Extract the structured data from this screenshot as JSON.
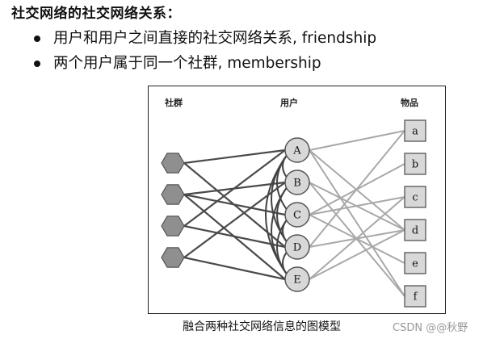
{
  "heading": "社交网络的社交网络关系：",
  "bullets": [
    "用户和用户之间直接的社交网络关系, friendship",
    "两个用户属于同一个社群, membership"
  ],
  "diagram": {
    "column_labels": {
      "community": "社群",
      "user": "用户",
      "item": "物品"
    },
    "users": [
      "A",
      "B",
      "C",
      "D",
      "E"
    ],
    "items": [
      "a",
      "b",
      "c",
      "d",
      "e",
      "f"
    ],
    "communities_count": 4,
    "membership_edges": [
      [
        0,
        0
      ],
      [
        0,
        3
      ],
      [
        1,
        1
      ],
      [
        1,
        2
      ],
      [
        1,
        4
      ],
      [
        2,
        0
      ],
      [
        2,
        3
      ],
      [
        3,
        1
      ],
      [
        3,
        4
      ]
    ],
    "friendship_edges": [
      [
        0,
        1
      ],
      [
        0,
        2
      ],
      [
        0,
        3
      ],
      [
        0,
        4
      ],
      [
        1,
        3
      ],
      [
        1,
        4
      ],
      [
        2,
        3
      ],
      [
        2,
        4
      ],
      [
        3,
        4
      ]
    ],
    "user_item_edges": [
      [
        0,
        0
      ],
      [
        0,
        3
      ],
      [
        0,
        5
      ],
      [
        1,
        3
      ],
      [
        1,
        5
      ],
      [
        2,
        1
      ],
      [
        2,
        2
      ],
      [
        2,
        4
      ],
      [
        3,
        0
      ],
      [
        3,
        3
      ],
      [
        4,
        2
      ],
      [
        4,
        3
      ]
    ],
    "colors": {
      "membership": "#4a4a4a",
      "friendship": "#444444",
      "user_item": "#a8a8a8",
      "node_fill": "#d8d8d8",
      "node_stroke": "#555555",
      "community_fill": "#8f8f8f"
    }
  },
  "caption": "融合两种社交网络信息的图模型",
  "watermark": "CSDN @@秋野"
}
